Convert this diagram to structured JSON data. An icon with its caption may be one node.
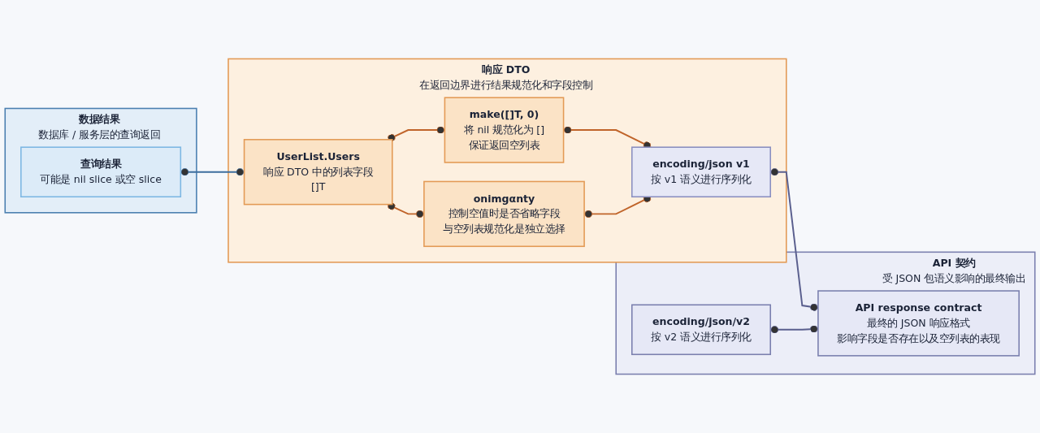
{
  "diagram": {
    "nodes": [
      {
        "text": [
          "数据结果",
          "数据库 / 服务层的查询返回"
        ]
      },
      {
        "text": [
          "查询结果",
          "可能是 nil slice 或空 slice"
        ],
        "in": 0
      },
      {
        "text": [
          "响应 DTO",
          "在返回边界进行结果规范化和字段控制"
        ]
      },
      {
        "text": [
          "UserList.Users",
          "响应 DTO 中的列表字段",
          "[]T"
        ],
        "in": 2
      },
      {
        "text": [
          "make([]T, 0)",
          "将 nil 规范化为 []",
          "保证返回空列表"
        ],
        "in": 2
      },
      {
        "text": [
          "onimgαnty",
          "控制空值时是否省略字段",
          "与空列表规范化是独立选择"
        ],
        "in": 2
      },
      {
        "text": [
          "encoding/json v1",
          "按 v1 语义进行序列化"
        ],
        "in": 2
      },
      {
        "text": [
          "API 契约",
          "受 JSON 包语义影响的最终输出"
        ]
      },
      {
        "text": [
          "encoding/json/v2",
          "按 v2 语义进行序列化"
        ],
        "in": 7
      },
      {
        "text": [
          "API response contract",
          "最终的 JSON 响应格式",
          "影响字段是否存在以及空列表的表现"
        ],
        "in": 7
      }
    ],
    "edges": [
      {
        "from": 1,
        "to": 3,
        "arrow": "other",
        "color": "#3d6e9e"
      },
      {
        "from": 3,
        "to": 4,
        "arrow": "other"
      },
      {
        "from": 3,
        "to": 5,
        "arrow": "other"
      },
      {
        "from": 4,
        "to": 6,
        "arrow": "other"
      },
      {
        "from": 5,
        "to": 6,
        "arrow": "other"
      },
      {
        "from": 6,
        "to": 9,
        "arrow": "other",
        "color": "#5a5f8e"
      },
      {
        "from": 8,
        "to": 9,
        "arrow": "other",
        "color": "#5a5f8e"
      }
    ]
  }
}
